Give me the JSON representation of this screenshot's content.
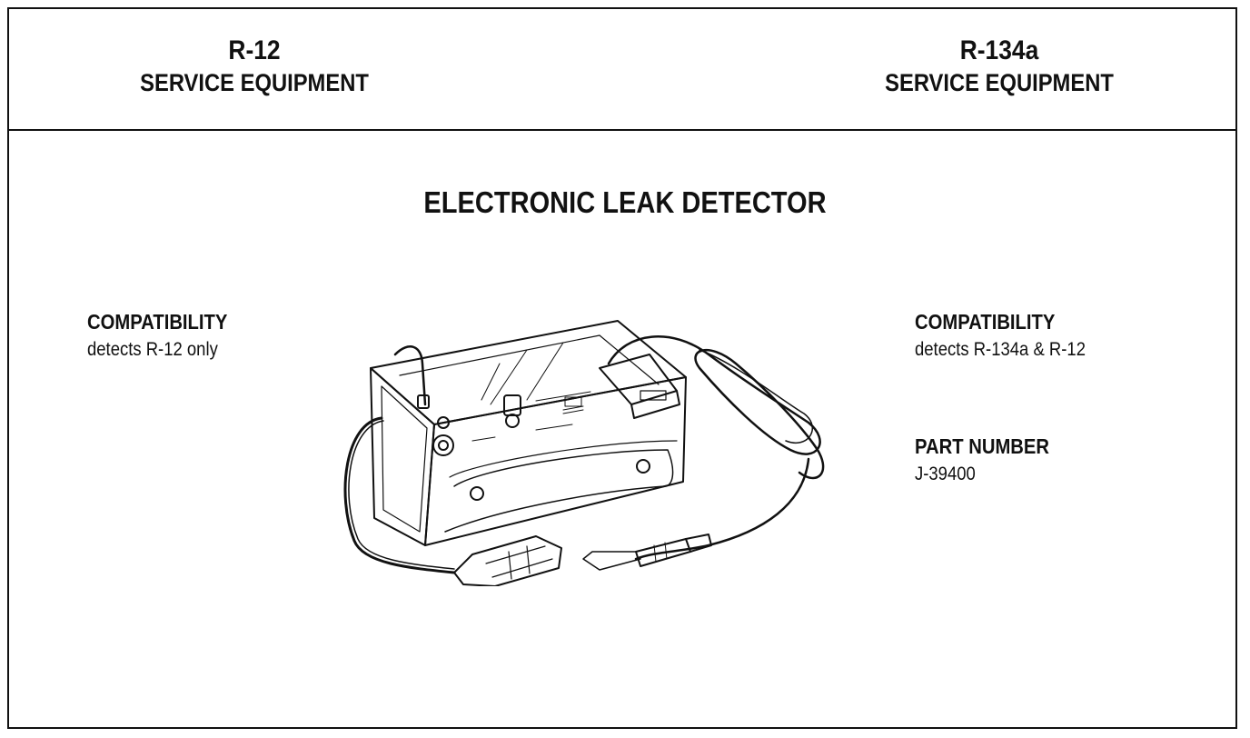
{
  "header": {
    "left": {
      "refrigerant": "R-12",
      "subtitle": "SERVICE EQUIPMENT"
    },
    "right": {
      "refrigerant": "R-134a",
      "subtitle": "SERVICE EQUIPMENT"
    }
  },
  "title": "ELECTRONIC LEAK DETECTOR",
  "left_column": {
    "compatibility_label": "COMPATIBILITY",
    "compatibility_value": "detects R-12 only"
  },
  "right_column": {
    "compatibility_label": "COMPATIBILITY",
    "compatibility_value": "detects R-134a & R-12",
    "part_number_label": "PART NUMBER",
    "part_number_value": "J-39400"
  },
  "illustration": {
    "icon": "electronic-leak-detector-drawing"
  }
}
